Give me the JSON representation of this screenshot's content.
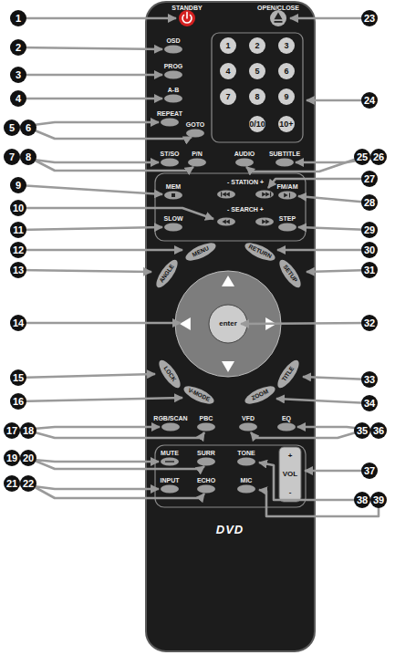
{
  "diagram": {
    "labels": [
      "STANDBY",
      "OPEN/CLOSE",
      "OSD",
      "PROG",
      "A-B",
      "REPEAT",
      "GOTO",
      "1",
      "2",
      "3",
      "4",
      "5",
      "6",
      "7",
      "8",
      "9",
      "0/10",
      "10+",
      "ST/SO",
      "P/N",
      "AUDIO",
      "SUBTITLE",
      "- STATION +",
      "MEM",
      "FM/AM",
      "- SEARCH +",
      "SLOW",
      "STEP",
      "MENU",
      "RETURN",
      "ANGLE",
      "SETUP",
      "enter",
      "LOCK",
      "TITLE",
      "V-MODE",
      "ZOOM",
      "RGB/SCAN",
      "PBC",
      "VFD",
      "EQ",
      "MUTE",
      "SURR",
      "TONE",
      "+",
      "VOL",
      "-",
      "INPUT",
      "ECHO",
      "MIC",
      "DVD",
      "1",
      "2",
      "3",
      "4",
      "5",
      "6",
      "7",
      "8",
      "9",
      "10",
      "11",
      "12",
      "13",
      "14",
      "15",
      "16",
      "17",
      "18",
      "19",
      "20",
      "21",
      "22",
      "23",
      "24",
      "25",
      "26",
      "27",
      "28",
      "29",
      "30",
      "31",
      "32",
      "33",
      "34",
      "35",
      "36",
      "37",
      "38",
      "39"
    ]
  }
}
